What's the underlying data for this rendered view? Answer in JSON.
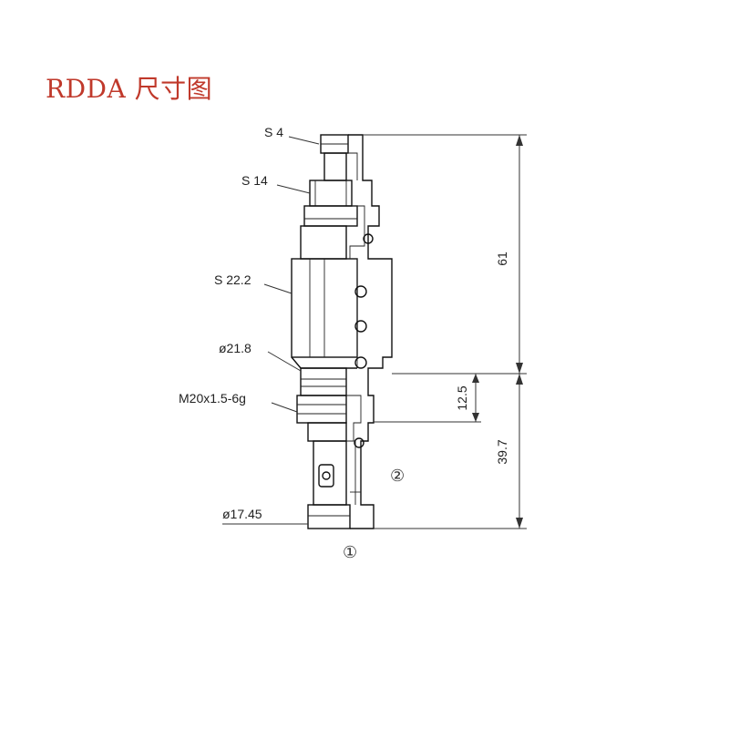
{
  "title": "RDDA 尺寸图",
  "labels": {
    "s4": "S 4",
    "s14": "S 14",
    "s22": "S 22.2",
    "d218": "ø21.8",
    "thread": "M20x1.5-6g",
    "d1745": "ø17.45"
  },
  "dimensions": {
    "total_length": "61",
    "port_offset": "12.5",
    "lower_length": "39.7"
  },
  "ports": {
    "port1": "①",
    "port2": "②"
  },
  "colors": {
    "title": "#c0392b",
    "lines": "#111111"
  }
}
